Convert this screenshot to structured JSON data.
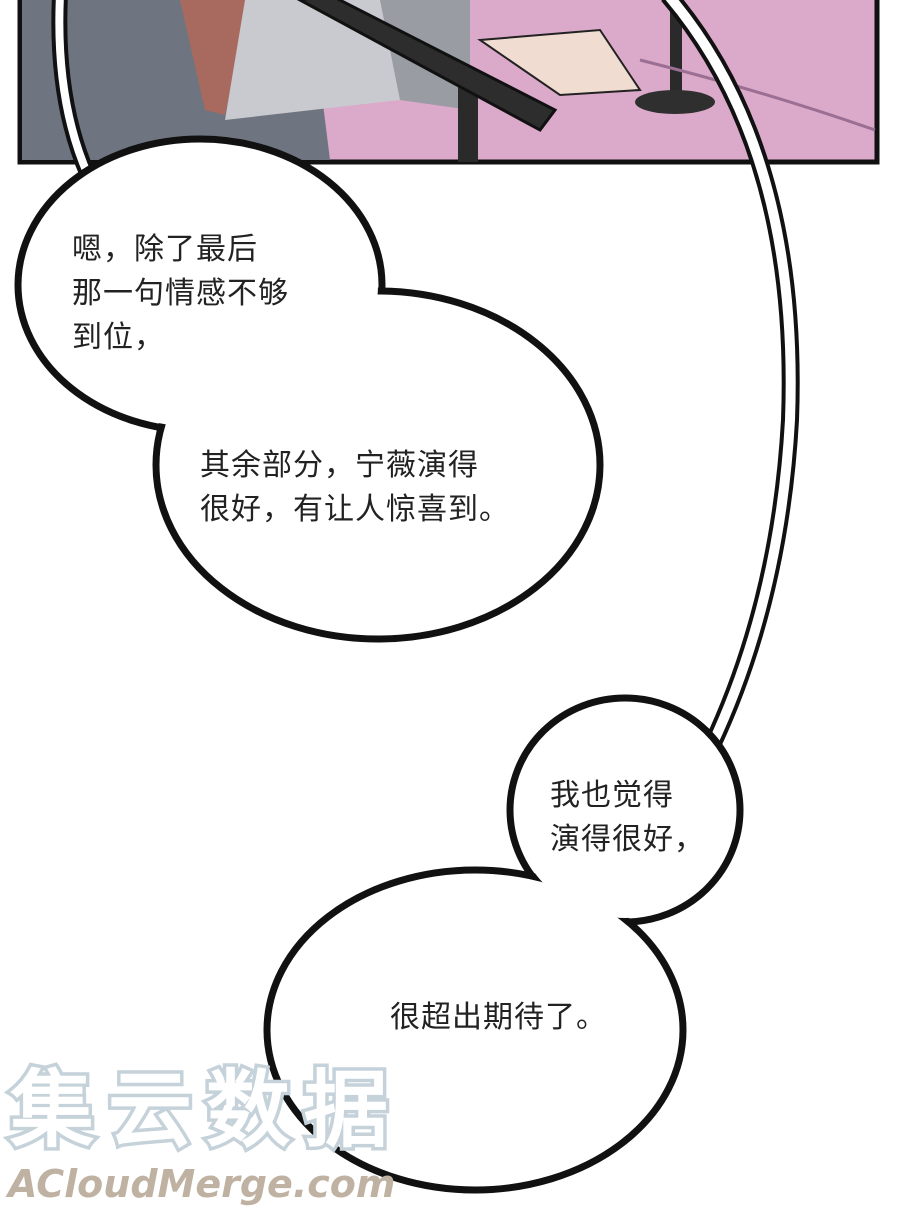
{
  "bubbles": [
    {
      "lines": [
        "嗯，除了最后",
        "那一句情感不够",
        "到位，"
      ]
    },
    {
      "lines": [
        "其余部分，宁薇演得",
        "很好，有让人惊喜到。"
      ]
    },
    {
      "lines": [
        "我也觉得",
        "演得很好，"
      ]
    },
    {
      "lines": [
        "很超出期待了。"
      ]
    }
  ],
  "watermark": {
    "chinese": "集云数据",
    "latin": "ACloudMerge.com"
  },
  "colors": {
    "panel_bg": "#dba9c9",
    "suit": "#6f7580",
    "outline": "#111111"
  }
}
